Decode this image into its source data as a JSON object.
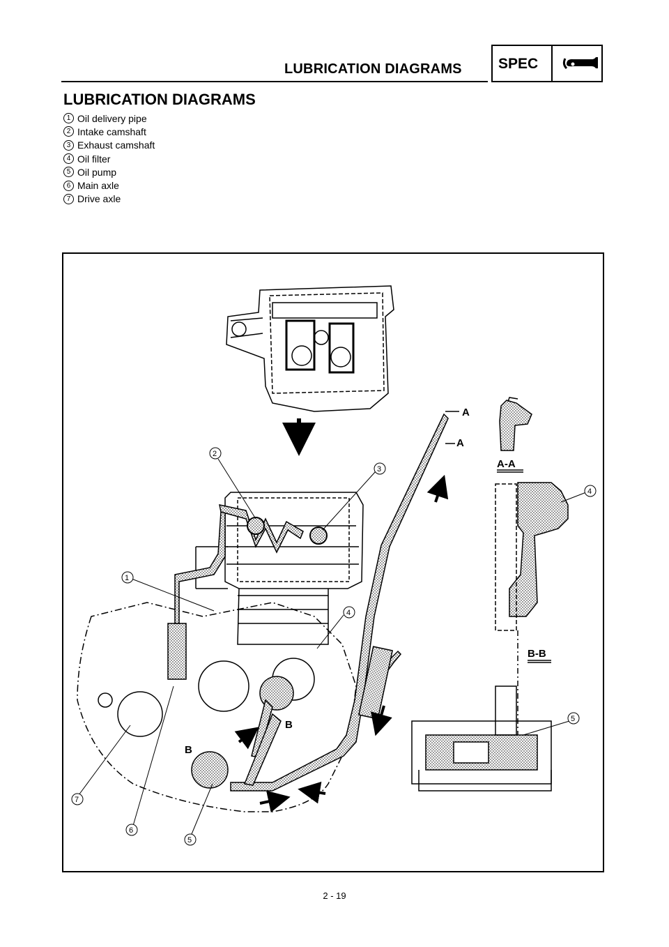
{
  "header": {
    "title": "LUBRICATION DIAGRAMS",
    "spec_label": "SPEC",
    "spec_icon": "wrench-icon"
  },
  "page": {
    "heading": "LUBRICATION DIAGRAMS",
    "number": "2 - 19"
  },
  "legend": [
    {
      "num": "1",
      "label": "Oil delivery pipe"
    },
    {
      "num": "2",
      "label": "Intake camshaft"
    },
    {
      "num": "3",
      "label": "Exhaust camshaft"
    },
    {
      "num": "4",
      "label": "Oil filter"
    },
    {
      "num": "5",
      "label": "Oil pump"
    },
    {
      "num": "6",
      "label": "Main axle"
    },
    {
      "num": "7",
      "label": "Drive axle"
    }
  ],
  "figure": {
    "section_aa_label": "A-A",
    "section_bb_label": "B-B",
    "cut_label_a": "A",
    "cut_label_b": "B",
    "callouts": [
      "2",
      "3",
      "1",
      "4",
      "7",
      "6",
      "5",
      "4",
      "5"
    ]
  }
}
